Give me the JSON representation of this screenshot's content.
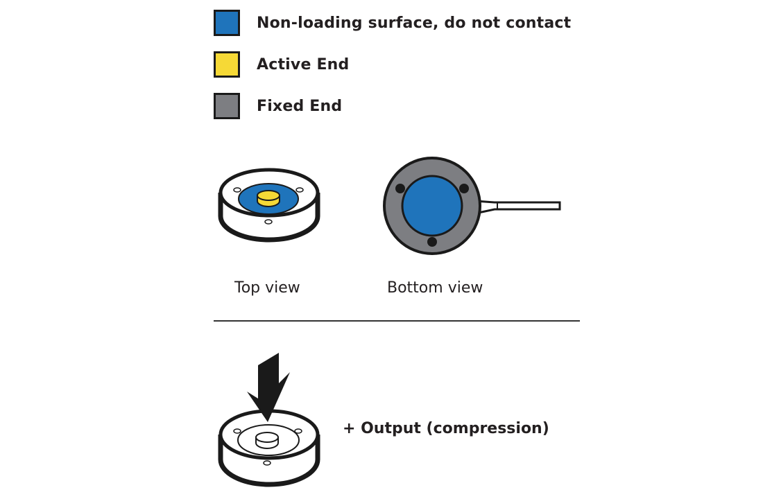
{
  "colors": {
    "non_loading": "#1f74bb",
    "active_end": "#f6d936",
    "fixed_end": "#7d7e82",
    "outline": "#1a1a1a"
  },
  "legend": [
    {
      "label": "Non-loading surface, do not contact",
      "color_key": "non_loading"
    },
    {
      "label": "Active End",
      "color_key": "active_end"
    },
    {
      "label": "Fixed End",
      "color_key": "fixed_end"
    }
  ],
  "views": {
    "top_caption": "Top view",
    "bottom_caption": "Bottom view"
  },
  "output": {
    "label": "+ Output (compression)",
    "arrow_icon": "down-arrow-icon"
  }
}
